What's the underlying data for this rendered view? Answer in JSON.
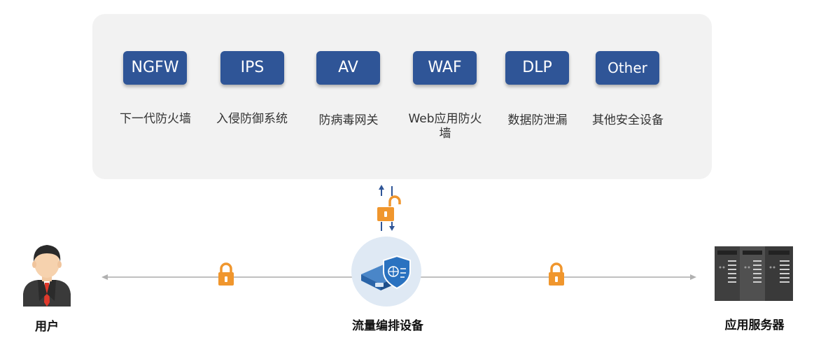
{
  "security_devices": [
    {
      "id": "ngfw",
      "label": "NGFW",
      "description": "下一代防火墙"
    },
    {
      "id": "ips",
      "label": "IPS",
      "description": "入侵防御系统"
    },
    {
      "id": "av",
      "label": "AV",
      "description": "防病毒网关"
    },
    {
      "id": "waf",
      "label": "WAF",
      "description": "Web应用防火墙"
    },
    {
      "id": "dlp",
      "label": "DLP",
      "description": "数据防泄漏"
    },
    {
      "id": "other",
      "label": "Other",
      "description": "其他安全设备"
    }
  ],
  "nodes": {
    "user": "用户",
    "broker": "流量编排设备",
    "server": "应用服务器"
  },
  "colors": {
    "button_bg": "#2f5597",
    "panel_bg": "#f2f2f2",
    "lock": "#f0962d",
    "line": "#c0c0c0",
    "arrow": "#2f5597"
  },
  "icons": {
    "user": "user-avatar-icon",
    "broker": "traffic-broker-shield-icon",
    "server": "server-rack-icon",
    "lock": "padlock-icon",
    "unlock": "unlocked-padlock-icon"
  }
}
